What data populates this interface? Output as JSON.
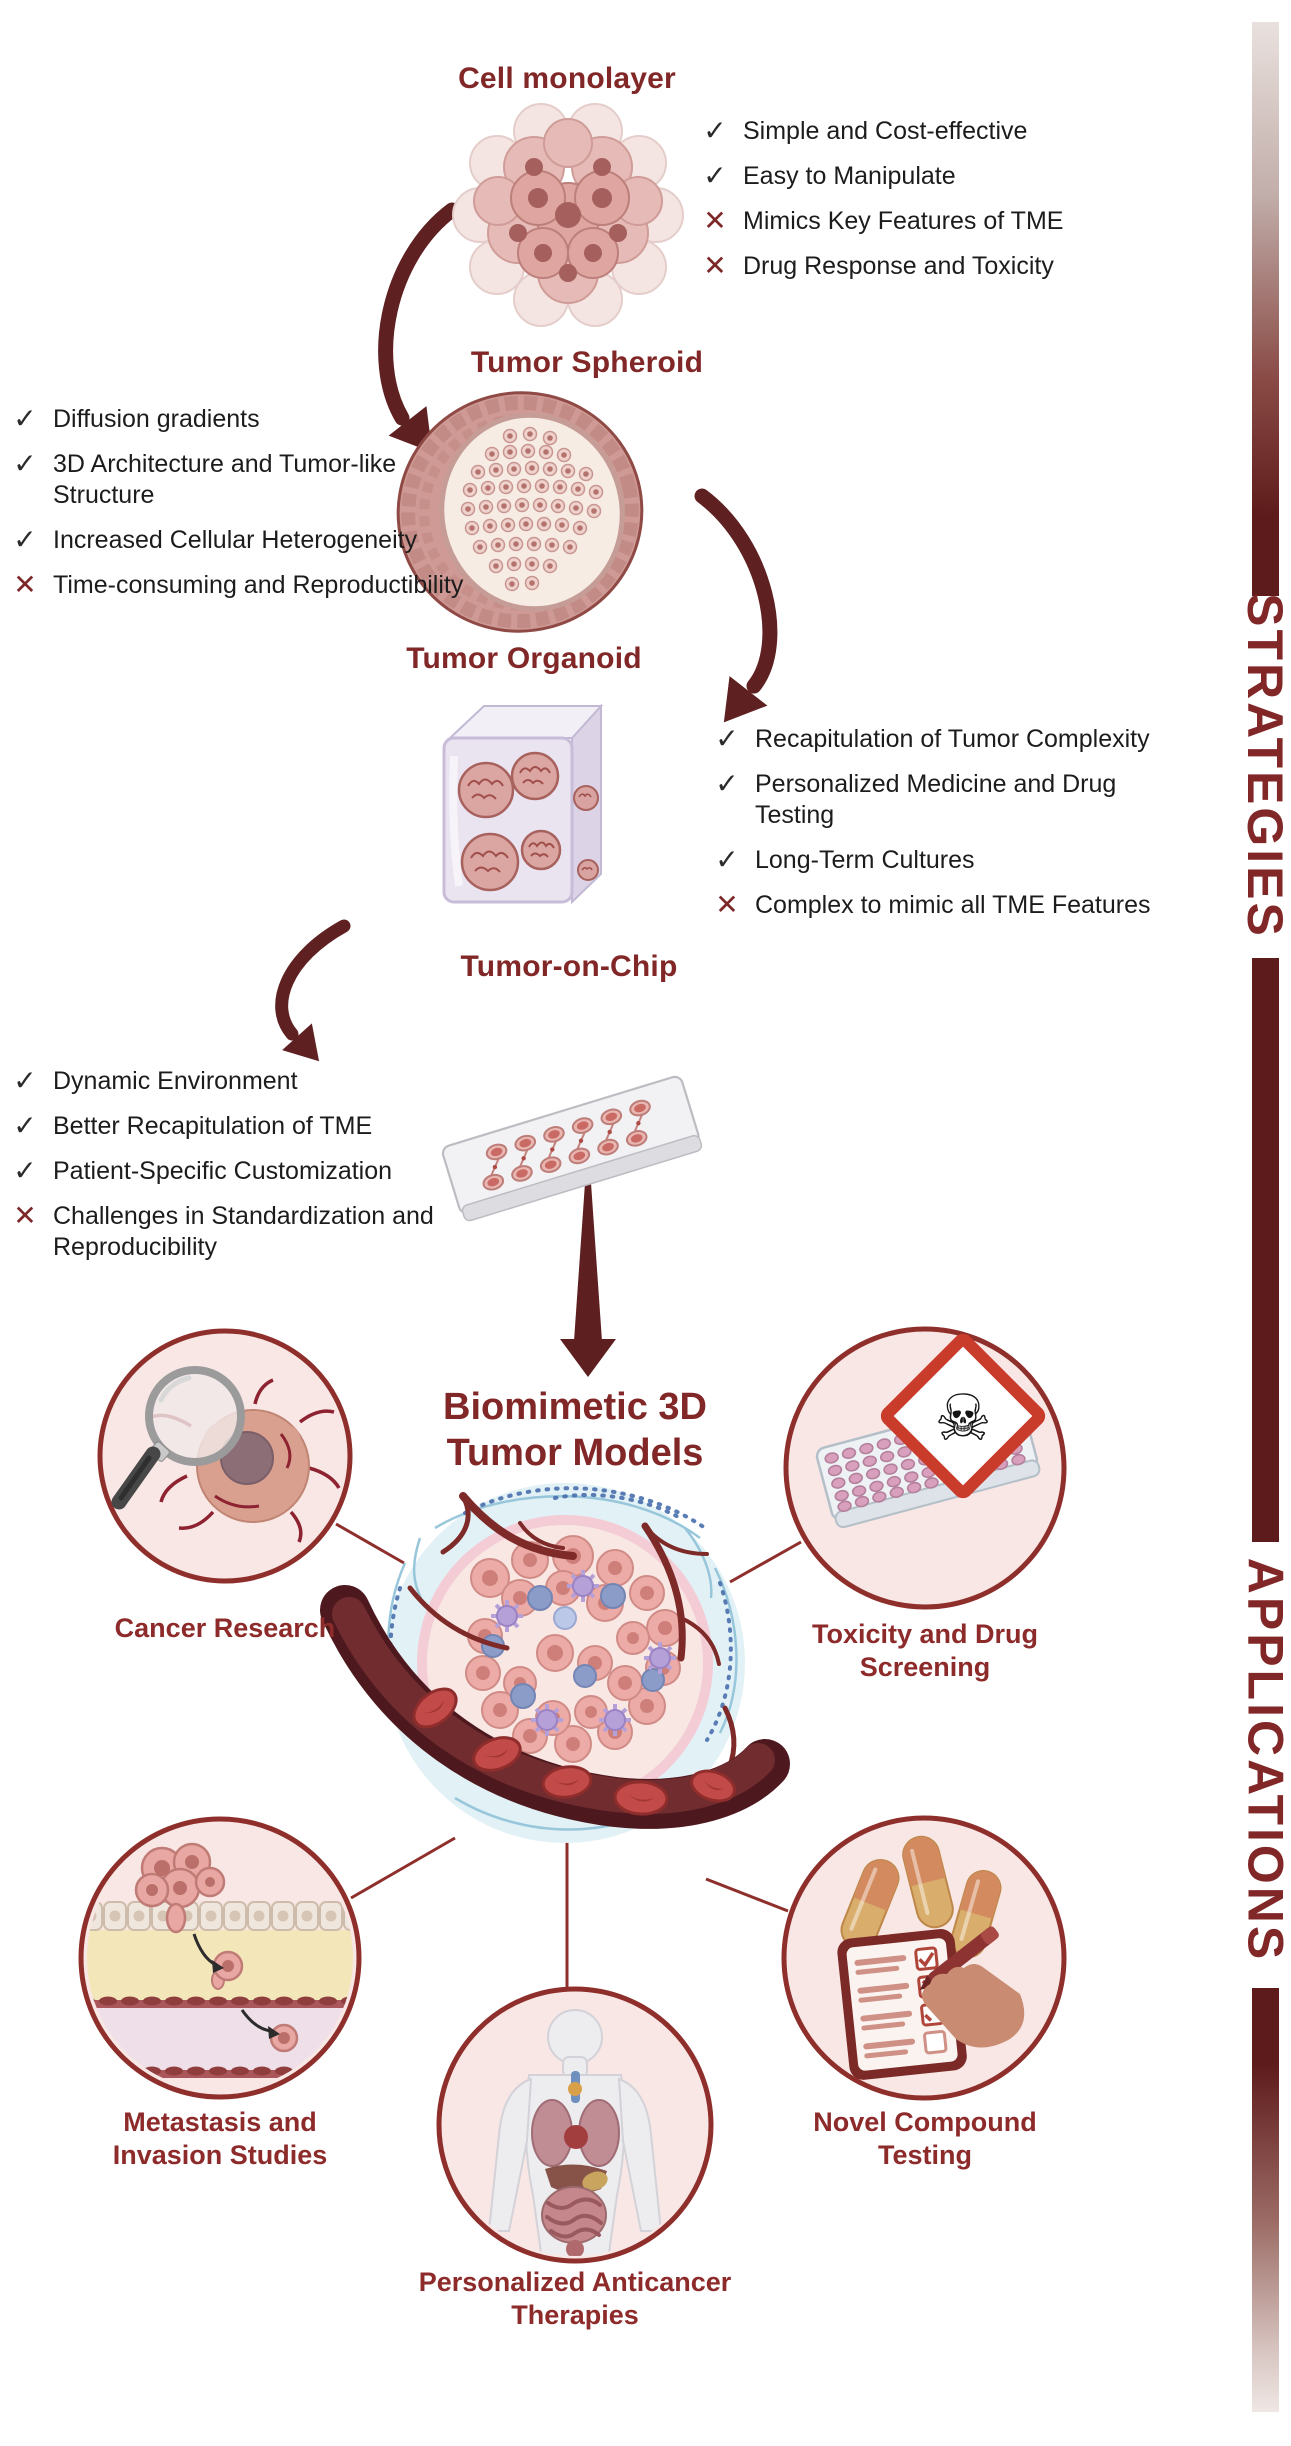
{
  "palette": {
    "accent_maroon": "#822727",
    "arrow_maroon": "#5e2021",
    "check_color": "#2b2b2b",
    "cross_color": "#7c2829",
    "circle_fill": "#f8e7e5",
    "circle_border": "#8f2f2c",
    "rail_dark": "#5e1b1b"
  },
  "icons": {
    "check": "✓",
    "cross": "✕",
    "skull": "☠"
  },
  "rails": {
    "strategies_label": "STRATEGIES",
    "applications_label": "APPLICATIONS"
  },
  "strategies": {
    "steps": [
      {
        "title": "Cell monolayer",
        "items": [
          {
            "type": "check",
            "label": "Simple and Cost-effective"
          },
          {
            "type": "check",
            "label": "Easy to Manipulate"
          },
          {
            "type": "cross",
            "label": "Mimics Key Features of TME"
          },
          {
            "type": "cross",
            "label": "Drug Response and Toxicity"
          }
        ]
      },
      {
        "title": "Tumor Spheroid",
        "items": [
          {
            "type": "check",
            "label": "Diffusion gradients"
          },
          {
            "type": "check",
            "label": "3D Architecture and Tumor-like Structure"
          },
          {
            "type": "check",
            "label": "Increased Cellular Heterogeneity"
          },
          {
            "type": "cross",
            "label": "Time-consuming and Reproductibility"
          }
        ]
      },
      {
        "title": "Tumor Organoid",
        "items": [
          {
            "type": "check",
            "label": "Recapitulation of Tumor Complexity"
          },
          {
            "type": "check",
            "label": "Personalized Medicine and Drug Testing"
          },
          {
            "type": "check",
            "label": "Long-Term Cultures"
          },
          {
            "type": "cross",
            "label": "Complex to mimic all TME Features"
          }
        ]
      },
      {
        "title": "Tumor-on-Chip",
        "items": [
          {
            "type": "check",
            "label": "Dynamic Environment"
          },
          {
            "type": "check",
            "label": "Better Recapitulation of TME"
          },
          {
            "type": "check",
            "label": "Patient-Specific Customization"
          },
          {
            "type": "cross",
            "label": "Challenges in Standardization and Reproducibility"
          }
        ]
      }
    ]
  },
  "center": {
    "title": "Biomimetic 3D Tumor Models"
  },
  "applications": {
    "items": [
      {
        "label": "Cancer Research"
      },
      {
        "label": "Toxicity and Drug Screening"
      },
      {
        "label": "Metastasis and Invasion Studies"
      },
      {
        "label": "Personalized Anticancer Therapies"
      },
      {
        "label": "Novel Compound Testing"
      }
    ]
  }
}
